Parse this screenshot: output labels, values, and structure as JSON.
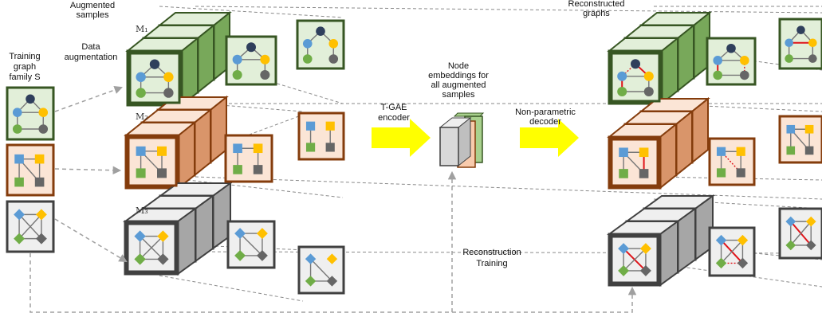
{
  "labels": {
    "training_lines": [
      "Training",
      "graph",
      "family S"
    ],
    "data_aug_lines": [
      "Data",
      "augmentation"
    ],
    "augmented_lines": [
      "Augmented",
      "samples"
    ],
    "m1": "M₁",
    "m2": "M₂",
    "m3": "M₃",
    "node_emb_lines": [
      "Node",
      "embeddings for",
      "all augmented",
      "samples"
    ],
    "tgae_lines": [
      "T-GAE",
      "encoder"
    ],
    "decoder_lines": [
      "Non-parametric",
      "decoder"
    ],
    "recon_graphs_lines": [
      "Reconstructed",
      "graphs"
    ],
    "recon_train_lines": [
      "Reconstruction",
      "Training"
    ]
  },
  "colors": {
    "green_fill": "#a9d18e",
    "green_face": "#78a85a",
    "green_light": "#e2efd9",
    "green_border": "#375623",
    "orange_fill": "#f8cbad",
    "orange_face": "#d9956a",
    "orange_light": "#fbe5d6",
    "orange_border": "#843c0c",
    "gray_fill": "#d9d9d9",
    "gray_face": "#a6a6a6",
    "gray_light": "#efefef",
    "gray_border": "#404040",
    "arrow_yellow": "#ffff00",
    "node_navy": "#2f3f5c",
    "node_blue": "#5b9bd5",
    "node_gold": "#ffc000",
    "node_green": "#70ad47",
    "node_gray": "#666666",
    "edge_red": "#e0141a"
  }
}
